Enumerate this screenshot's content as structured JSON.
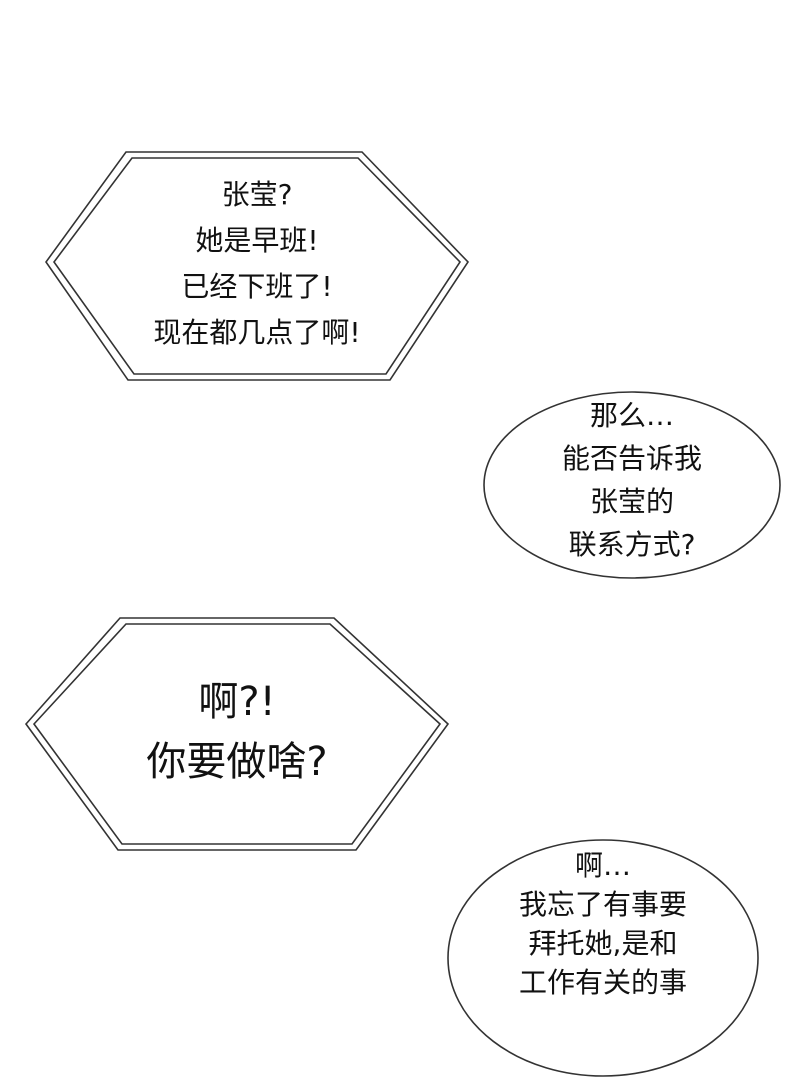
{
  "panel": {
    "bubbles": [
      {
        "shape": "hexagon",
        "lines": [
          "张莹?",
          "她是早班!",
          "已经下班了!",
          "现在都几点了啊!"
        ]
      },
      {
        "shape": "ellipse",
        "lines": [
          "那么…",
          "能否告诉我",
          "张莹的",
          "联系方式?"
        ]
      },
      {
        "shape": "hexagon",
        "lines": [
          "啊?!",
          "你要做啥?"
        ]
      },
      {
        "shape": "ellipse",
        "lines": [
          "啊…",
          "我忘了有事要",
          "拜托她,是和",
          "工作有关的事"
        ]
      }
    ]
  },
  "colors": {
    "background": "#ffffff",
    "outline": "#333333",
    "text": "#111111"
  }
}
